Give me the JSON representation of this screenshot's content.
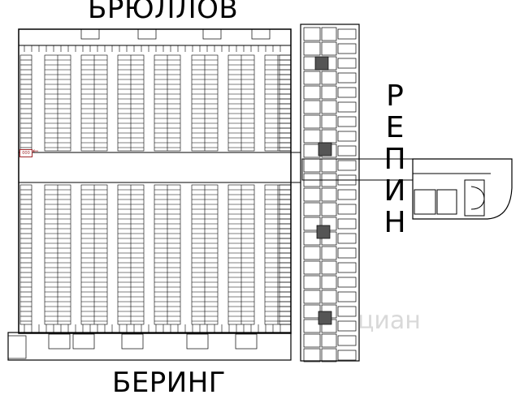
{
  "streets": {
    "top": "БРЮЛЛОВ",
    "bottom": "БЕРИНГ",
    "side": [
      "Р",
      "Е",
      "П",
      "И",
      "Н"
    ]
  },
  "marker": {
    "label": "000",
    "arrow": "←"
  },
  "watermark": "циан",
  "colors": {
    "line": "#000000",
    "marker": "#a0282b",
    "watermark": "#d9d9d9"
  }
}
